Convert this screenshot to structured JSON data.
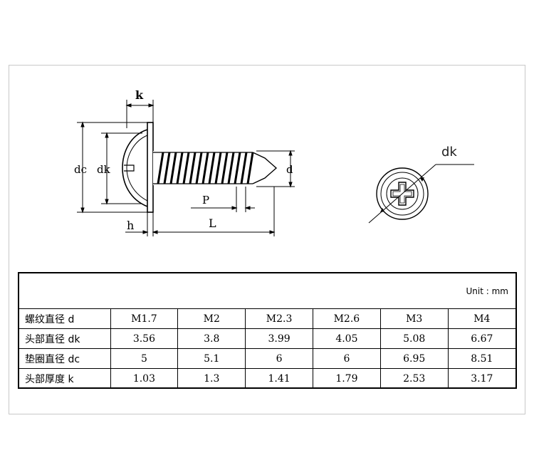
{
  "diagram": {
    "side_labels": {
      "k": "k",
      "dc": "dc",
      "dk": "dk",
      "d": "d",
      "p": "P",
      "h": "h",
      "L": "L"
    },
    "head_label": "dk"
  },
  "table": {
    "unit": "Unit : mm",
    "rows": [
      {
        "label": "螺纹直径 d",
        "values": [
          "M1.7",
          "M2",
          "M2.3",
          "M2.6",
          "M3",
          "M4"
        ]
      },
      {
        "label": "头部直径 dk",
        "values": [
          "3.56",
          "3.8",
          "3.99",
          "4.05",
          "5.08",
          "6.67"
        ]
      },
      {
        "label": "垫圈直径 dc",
        "values": [
          "5",
          "5.1",
          "6",
          "6",
          "6.95",
          "8.51"
        ]
      },
      {
        "label": "头部厚度 k",
        "values": [
          "1.03",
          "1.3",
          "1.41",
          "1.79",
          "2.53",
          "3.17"
        ]
      }
    ]
  }
}
